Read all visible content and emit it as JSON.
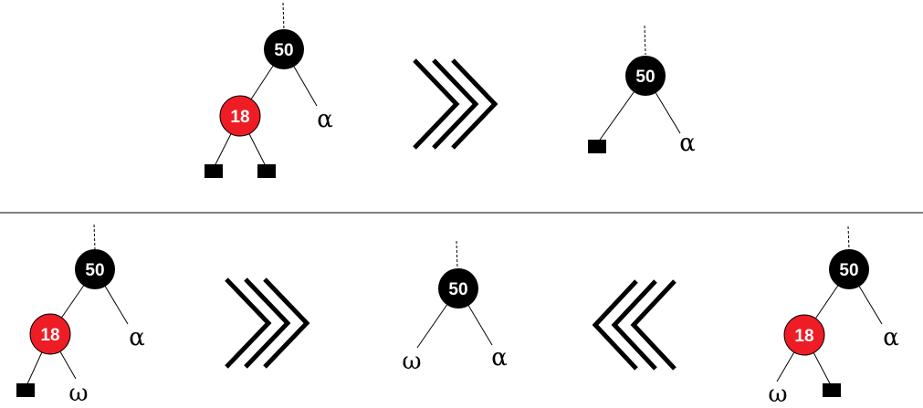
{
  "colors": {
    "black_node": "#000000",
    "red_node": "#ee1c25",
    "edge": "#000000",
    "leaf": "#000000"
  },
  "scenarios": [
    {
      "id": "top-delete-red-child",
      "before": {
        "root": "50",
        "left_child": "18",
        "right_subtree": "α"
      },
      "after": {
        "root": "50",
        "right_subtree": "α"
      },
      "arrow": "right"
    },
    {
      "id": "bottom-left-case",
      "before": {
        "root": "50",
        "left_child": "18",
        "left_child_right_subtree": "ω",
        "right_subtree": "α"
      },
      "after": {
        "root": "50",
        "left_subtree": "ω",
        "right_subtree": "α"
      },
      "arrow": "right"
    },
    {
      "id": "bottom-right-case",
      "before": {
        "root": "50",
        "left_child": "18",
        "left_child_left_subtree": "ω",
        "right_subtree": "α"
      },
      "arrow": "left"
    }
  ]
}
